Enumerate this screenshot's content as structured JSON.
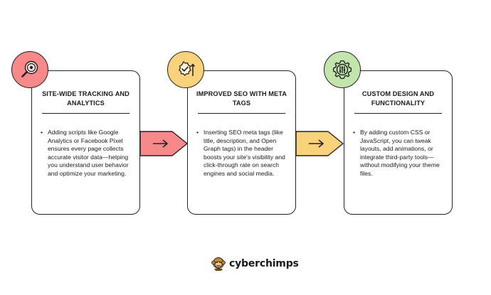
{
  "colors": {
    "red": "#f7898a",
    "yellow": "#fbd27c",
    "green": "#c3e5ad",
    "outline": "#222222"
  },
  "cards": [
    {
      "title": "SITE-WIDE TRACKING AND ANALYTICS",
      "text": "Adding scripts like Google Analytics or Facebook Pixel ensures every page collects accurate visitor data—helping you understand user behavior and optimize your marketing.",
      "icon": "analytics-magnifier-icon"
    },
    {
      "title": "IMPROVED SEO WITH META TAGS",
      "text": "Inserting SEO meta tags (like title, description, and Open Graph tags) in the header boosts your site's visibility and click-through rate on search engines and social media.",
      "icon": "seo-badge-growth-icon"
    },
    {
      "title": "CUSTOM DESIGN AND FUNCTIONALITY",
      "text": "By adding custom CSS or JavaScript, you can tweak layouts, add animations, or integrate third-party tools—without modifying your theme files.",
      "icon": "settings-sliders-icon"
    }
  ],
  "logo": {
    "text": "cyberchimps",
    "icon": "chimp-mascot-icon"
  }
}
